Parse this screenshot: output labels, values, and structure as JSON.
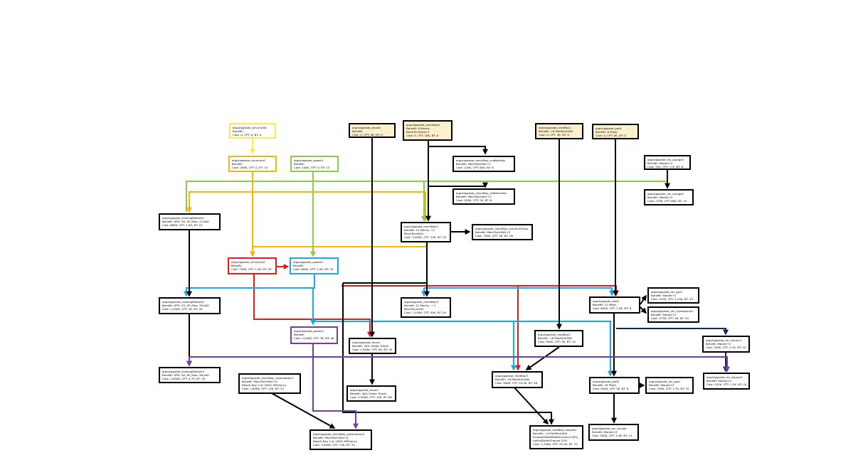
{
  "colors": {
    "yellow": "#ffe94a",
    "orange": "#f5b800",
    "lightgreen": "#8fcc46",
    "red": "#e01b1b",
    "cyan": "#1aa8e8",
    "purple": "#7a3aa0",
    "navy": "#0b2b5a",
    "black": "#000000",
    "root_fill": "#fdf0cc"
  },
  "nodes": {
    "structure0": {
      "title": "argoUpgrade_structure0",
      "benefit": "Benefit:",
      "cost": "Cost: 0, CPT: 0, BT: 0"
    },
    "structure1": {
      "title": "argoUpgrade_structure1",
      "benefit": "Benefit:",
      "cost": "Cost: 280K, CPT: 0, BT: 14"
    },
    "power1": {
      "title": "argoUpgrade_power1",
      "benefit": "Benefit:",
      "cost": "Cost: 140K, CPT: 0, BT: 12"
    },
    "drive0": {
      "title": "argoUpgrade_drive0",
      "benefit": "Benefit:",
      "cost": "Cost: 0, CPT: 0K, BT: 0"
    },
    "mechBay0": {
      "title": "argoUpgrade_mechBay1",
      "benefit": "Benefit: 6 Mechs,",
      "benefit2": "MechTechSkill+2",
      "cost": "Cost: 0, CPT: 20K, BT: 0"
    },
    "medBay1": {
      "title": "argoUpgrade_medBay1",
      "benefit": "Benefit: +6 MedTechSkill",
      "cost": "Cost: 0, CPT: 3K, BT: 0"
    },
    "pod1": {
      "title": "argoUpgrade_pod1",
      "benefit": "Benefit: 6 Pilots",
      "cost": "Cost: 0, CPT: 0K, BT: 0"
    },
    "scaffolding": {
      "title": "argoUpgrade_mechBay_scaffolding",
      "benefit": "Benefit: MechTechSkill+1",
      "cost": "Cost: 120K, CPT: 800, BT: 6"
    },
    "refitHarness": {
      "title": "argoUpgrade_mechBay_refitHarness",
      "benefit": "Benefit: MechTechSkill+2",
      "cost": "Cost: 250K, CPT: 2K, BT: 8"
    },
    "lounge1": {
      "title": "argoUpgrade_rec_lounge1",
      "benefit": "Benefit: Morale+2",
      "cost": "Cost: 55K, CPT: 175, BT: 6"
    },
    "lounge2": {
      "title": "argoUpgrade_rec_lounge2",
      "benefit": "Benefit: Morale+2",
      "cost": "Cost: 270K, CPT: 600, BT: 10"
    },
    "trainingModule1": {
      "title": "argoUpgrade_trainingModule1",
      "benefit": "Benefit: XPD: 30, XP_Max: 22,000",
      "cost": "Cost: 880K, CPT: 1.5K, BT: 15"
    },
    "mechBay2": {
      "title": "argoUpgrade_mechBay2",
      "benefit": "Benefit: 12 Mechs, +2",
      "benefit2": "MechTechSkill",
      "cost": "Cost: 3,400K, CPT: 15K, BT: 20"
    },
    "machineShop": {
      "title": "argoUpgrade_mechBay_machineShop",
      "benefit": "Benefit: MechTechSkill+3",
      "cost": "Cost: 750K, CPT: 4K, BT: 28"
    },
    "structure2": {
      "title": "argoUpgrade_structure2",
      "benefit": "Benefit:",
      "cost": "Cost: 750K, CPT: 1.4K, BT: 24"
    },
    "power2": {
      "title": "argoUpgrade_power2",
      "benefit": "Benefit:",
      "cost": "Cost: 650K, CPT: 1.5K, BT: 24"
    },
    "trainingModule2": {
      "title": "argoUpgrade_trainingModule2",
      "benefit": "Benefit: XPD: 35, XP_Max: 38,000",
      "cost": "Cost: 1,250K, CPT: 3K, BT: 20"
    },
    "mechBay3": {
      "title": "argoUpgrade_mechBay3",
      "benefit": "Benefit: 12 Mechs, + 2",
      "benefit2": "MechTechSkill",
      "cost": "Cost: 1,350K, CPT: 30K, BT: 20"
    },
    "pod2": {
      "title": "argoUpgrade_pod2",
      "benefit": "Benefit: 12 Pilots",
      "cost": "Cost: 650K, CPT: 1.5K, BT: 6"
    },
    "gym": {
      "title": "argoUpgrade_rec_gym",
      "benefit": "Benefit: Morale+2",
      "cost": "Cost: 225K, CPT: 1.25K, BT: 15"
    },
    "hydroponics": {
      "title": "argoUpgrade_rec_hydroponics",
      "benefit": "Benefit: Morale+2",
      "cost": "Cost: 275K, CPT: 3K, BT: 20"
    },
    "power3": {
      "title": "argoUpgrade_power3",
      "benefit": "Benefit:",
      "cost": "Cost: 2,200K, CPT: 3K, BT: 46"
    },
    "drive1": {
      "title": "argoUpgrade_drive1",
      "benefit": "Benefit: 20% Faster Travel",
      "cost": "Cost: 1,500K, CPT: 5K, BT: 30"
    },
    "medBay2": {
      "title": "argoUpgrade_medBay2",
      "benefit": "Benefit: +6 MedTechSkill",
      "cost": "Cost: 300K, CPT: 3K, BT: 14"
    },
    "library1": {
      "title": "argoUpgrade_rec_library1",
      "benefit": "Benefit: Morale+2",
      "cost": "Cost: 350K, CPT: 1.7K, BT: 15"
    },
    "trainingModule3": {
      "title": "argoUpgrade_trainingModule3",
      "benefit": "Benefit: XPD: 40, XP_Max: 56,000",
      "cost": "Cost: 1,850K, CPT: 4.7K, BT: 30"
    },
    "automation1": {
      "title": "argoUpgrade_mechBay_automation1",
      "benefit": "Benefit: MechTechSkill+4,",
      "benefit2": "Repair Bay 2 at 100% Efficiency",
      "cost": "Cost: 1,650K, CPT: 15K, BT: 22"
    },
    "medBay3": {
      "title": "argoUpgrade_medBay3",
      "benefit": "Benefit: +6 MedTechSkill",
      "cost": "Cost: 900K, CPT: 19.5K, BT: 36"
    },
    "pod3": {
      "title": "argoUpgrade_pod3",
      "benefit": "Benefit: 18 Pilots",
      "cost": "Cost: 850K, CPT: 2K, BT: 8"
    },
    "pool": {
      "title": "argoUpgrade_rec_pool",
      "benefit": "Benefit: Morale+3",
      "cost": "Cost: 750K, CPT: 1.7K, BT: 15"
    },
    "library2": {
      "title": "argoUpgrade_rec_library2",
      "benefit": "Benefit: Morale+2",
      "cost": "Cost: 125K, CPT: 1.2K, BT: 10"
    },
    "drive2": {
      "title": "argoUpgrade_drive2",
      "benefit": "Benefit: 40% Faster Travel",
      "cost": "Cost: 2,500K, CPT: 15K, BT: 60"
    },
    "automation2": {
      "title": "argoUpgrade_mechBay_automation2",
      "benefit": "Benefit: MechTechSkill+4,",
      "benefit2": "Repair Bay 3 at 100% Efficiency",
      "cost": "Cost: 3,000K, CPT: 15K, BT: 32"
    },
    "hospital": {
      "title": "argoUpgrade_medBay_hospital",
      "benefit": "Benefit: +4 MedTechSkill,",
      "benefit2": "IncapacitatedDeathChance-40%,",
      "benefit3": "LethalDeathChance-25%",
      "cost": "Cost: 2,700K, CPT: 35.5K, BT: 75"
    },
    "arcade": {
      "title": "argoUpgrade_rec_arcade",
      "benefit": "Benefit: Morale+3",
      "cost": "Cost: 500K, CPT: 2.4K, BT: 15"
    }
  }
}
